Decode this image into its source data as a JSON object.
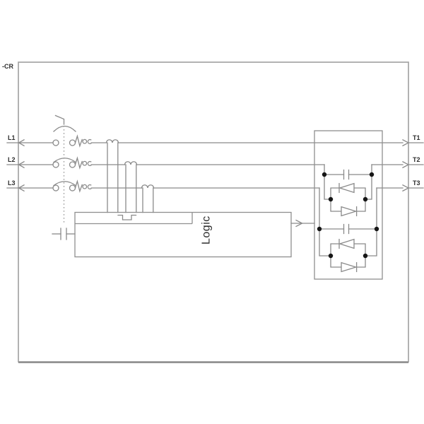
{
  "diagram": {
    "reference_label": "-CR",
    "inputs": {
      "l1": "L1",
      "l2": "L2",
      "l3": "L3"
    },
    "outputs": {
      "t1": "T1",
      "t2": "T2",
      "t3": "T3"
    },
    "logic_label": "Logic",
    "colors": {
      "wire": "#8a8a8a",
      "frame": "#a5a5a5",
      "junction_dot": "#161616",
      "text": "#2d2d2d",
      "background": "#ffffff"
    }
  }
}
